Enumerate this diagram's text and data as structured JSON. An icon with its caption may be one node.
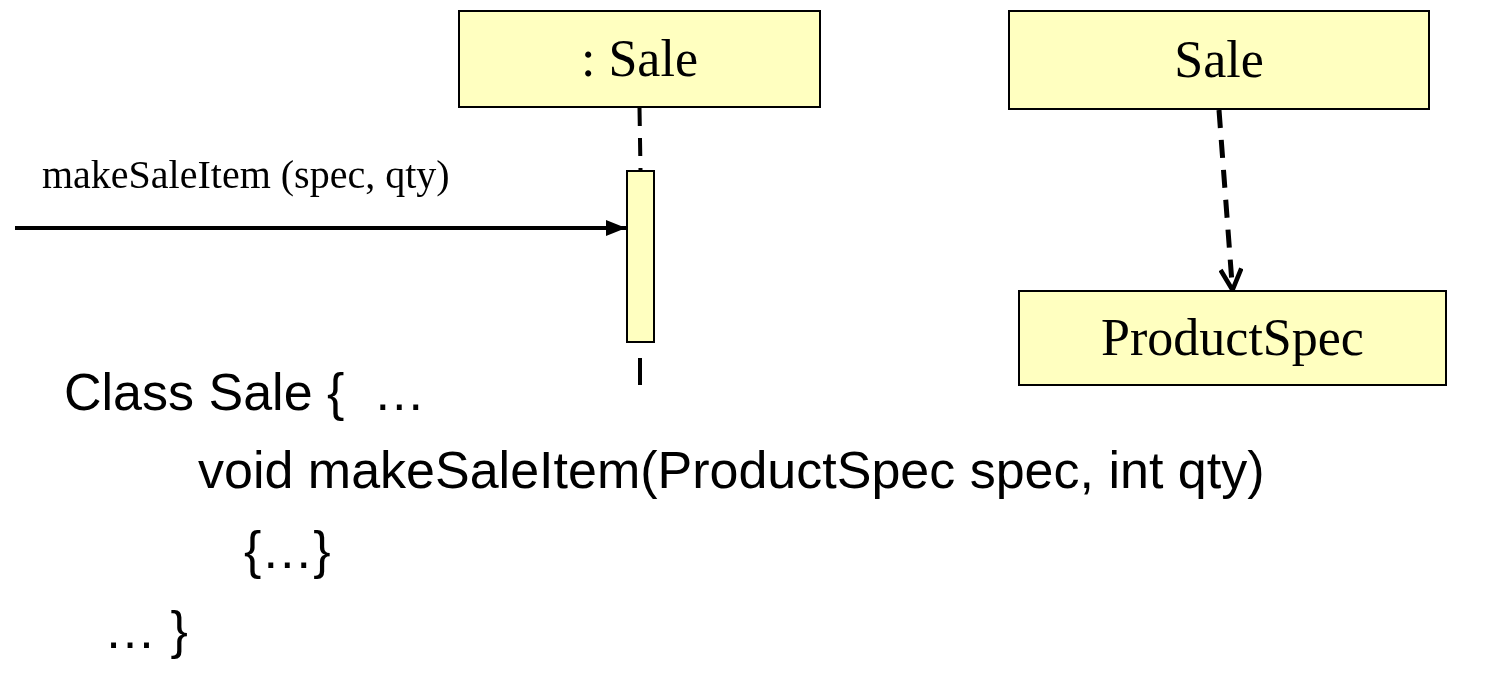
{
  "diagram": {
    "nodes": [
      {
        "text": [
          ": Sale"
        ]
      },
      {
        "text": [],
        "shape": "bar"
      },
      {
        "text": [
          "Sale"
        ]
      },
      {
        "text": [
          "ProductSpec"
        ]
      }
    ],
    "edges": [
      {
        "from": null,
        "to": 1,
        "arrow": "to",
        "label": "makeSaleItem (spec, qty)"
      },
      {
        "from": 0,
        "to": 1,
        "arrow": "none",
        "style": "dashed"
      },
      {
        "from": 2,
        "to": 3,
        "arrow": "to",
        "style": "dashed"
      }
    ],
    "labels": [
      "Class Sale {  …",
      "void makeSaleItem(ProductSpec spec, int qty)",
      "{…}",
      "… }"
    ]
  }
}
